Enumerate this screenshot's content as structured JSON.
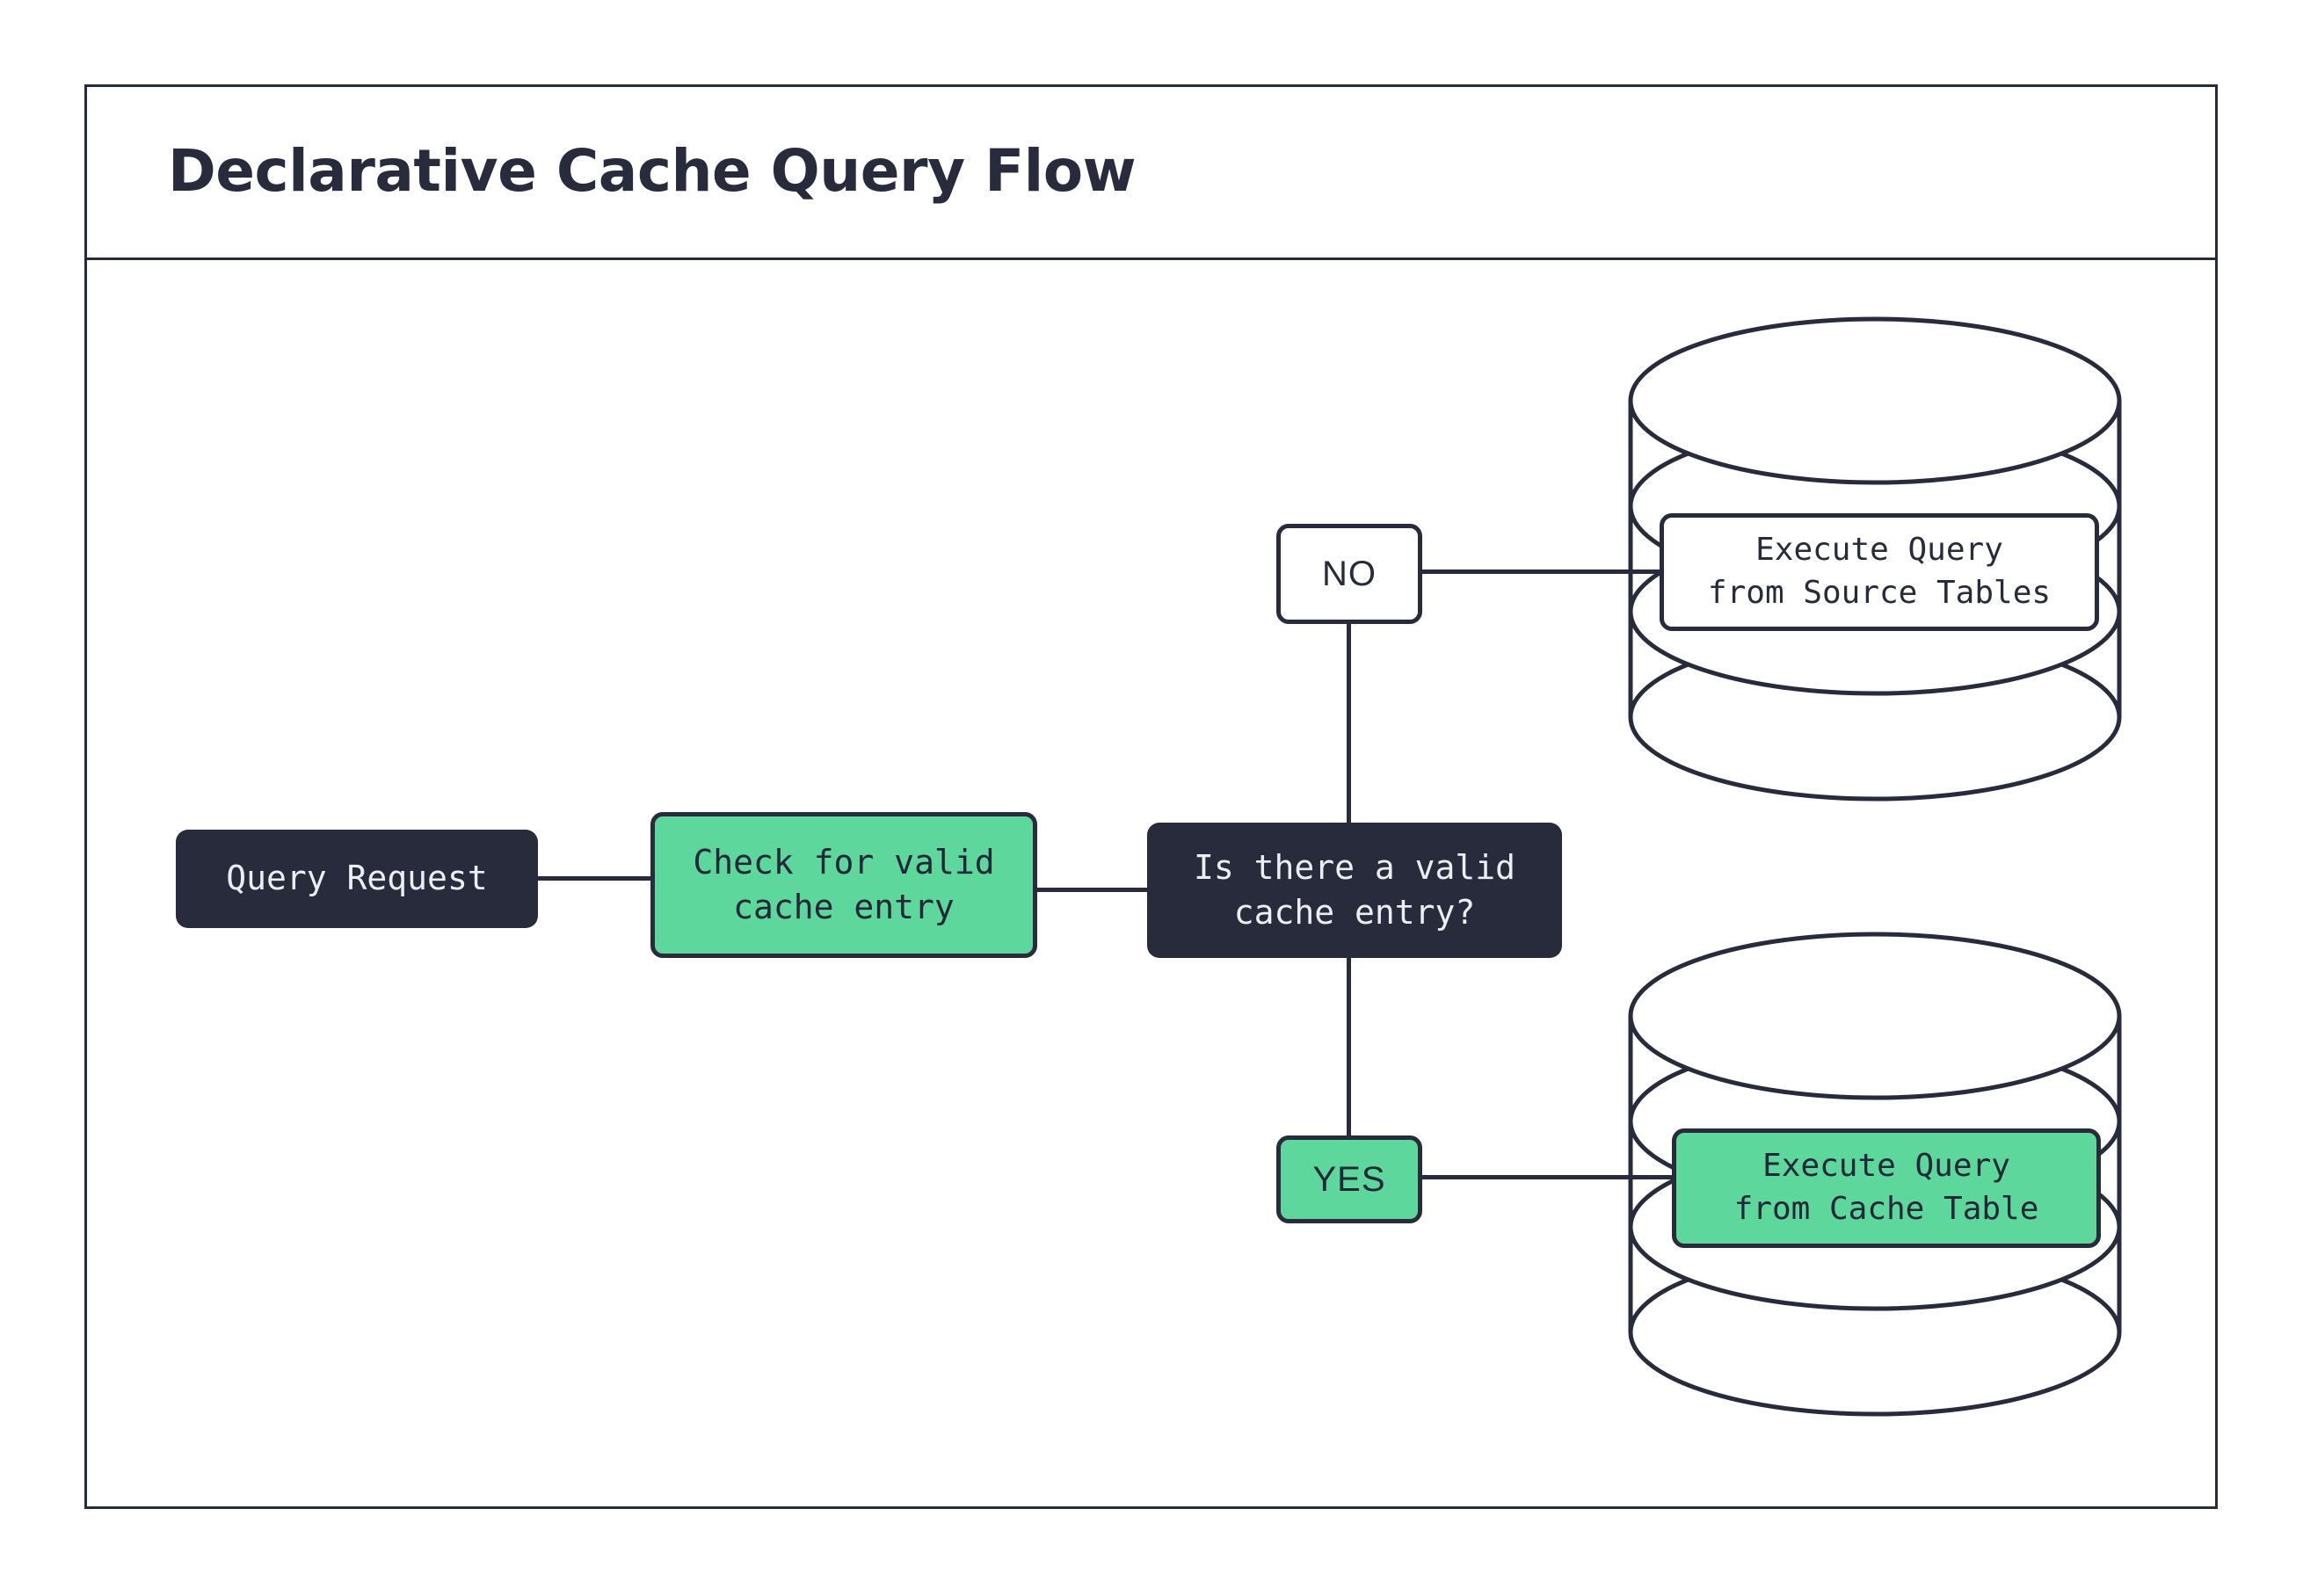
{
  "page": {
    "title": "Declarative Cache Query Flow",
    "background_color": "#ffffff",
    "frame_border_color": "#272b3b"
  },
  "theme": {
    "dark": "#272b3b",
    "green": "#5dd79b",
    "white": "#ffffff",
    "light_text": "#eceef3"
  },
  "diagram": {
    "type": "flowchart",
    "nodes": [
      {
        "id": "query-request",
        "label": "Query Request",
        "shape": "rounded-rect",
        "style": "dark"
      },
      {
        "id": "check-cache",
        "label": "Check for valid\ncache entry",
        "shape": "rounded-rect",
        "style": "green"
      },
      {
        "id": "decision",
        "label": "Is there a valid\ncache entry?",
        "shape": "rounded-rect",
        "style": "dark"
      },
      {
        "id": "branch-no",
        "label": "NO",
        "shape": "rounded-rect",
        "style": "white"
      },
      {
        "id": "branch-yes",
        "label": "YES",
        "shape": "rounded-rect",
        "style": "green"
      },
      {
        "id": "source-tables-db",
        "label": "Execute Query\nfrom Source Tables",
        "shape": "cylinder-label",
        "style": "white"
      },
      {
        "id": "cache-table-db",
        "label": "Execute Query\nfrom Cache Table",
        "shape": "cylinder-label",
        "style": "green"
      }
    ],
    "cylinders": [
      {
        "id": "source-tables-cylinder",
        "name": "database-cylinder-source"
      },
      {
        "id": "cache-table-cylinder",
        "name": "database-cylinder-cache"
      }
    ],
    "edges": [
      {
        "from": "query-request",
        "to": "check-cache"
      },
      {
        "from": "check-cache",
        "to": "decision"
      },
      {
        "from": "decision",
        "to": "branch-no"
      },
      {
        "from": "decision",
        "to": "branch-yes"
      },
      {
        "from": "branch-no",
        "to": "source-tables-db"
      },
      {
        "from": "branch-yes",
        "to": "cache-table-db"
      }
    ]
  }
}
